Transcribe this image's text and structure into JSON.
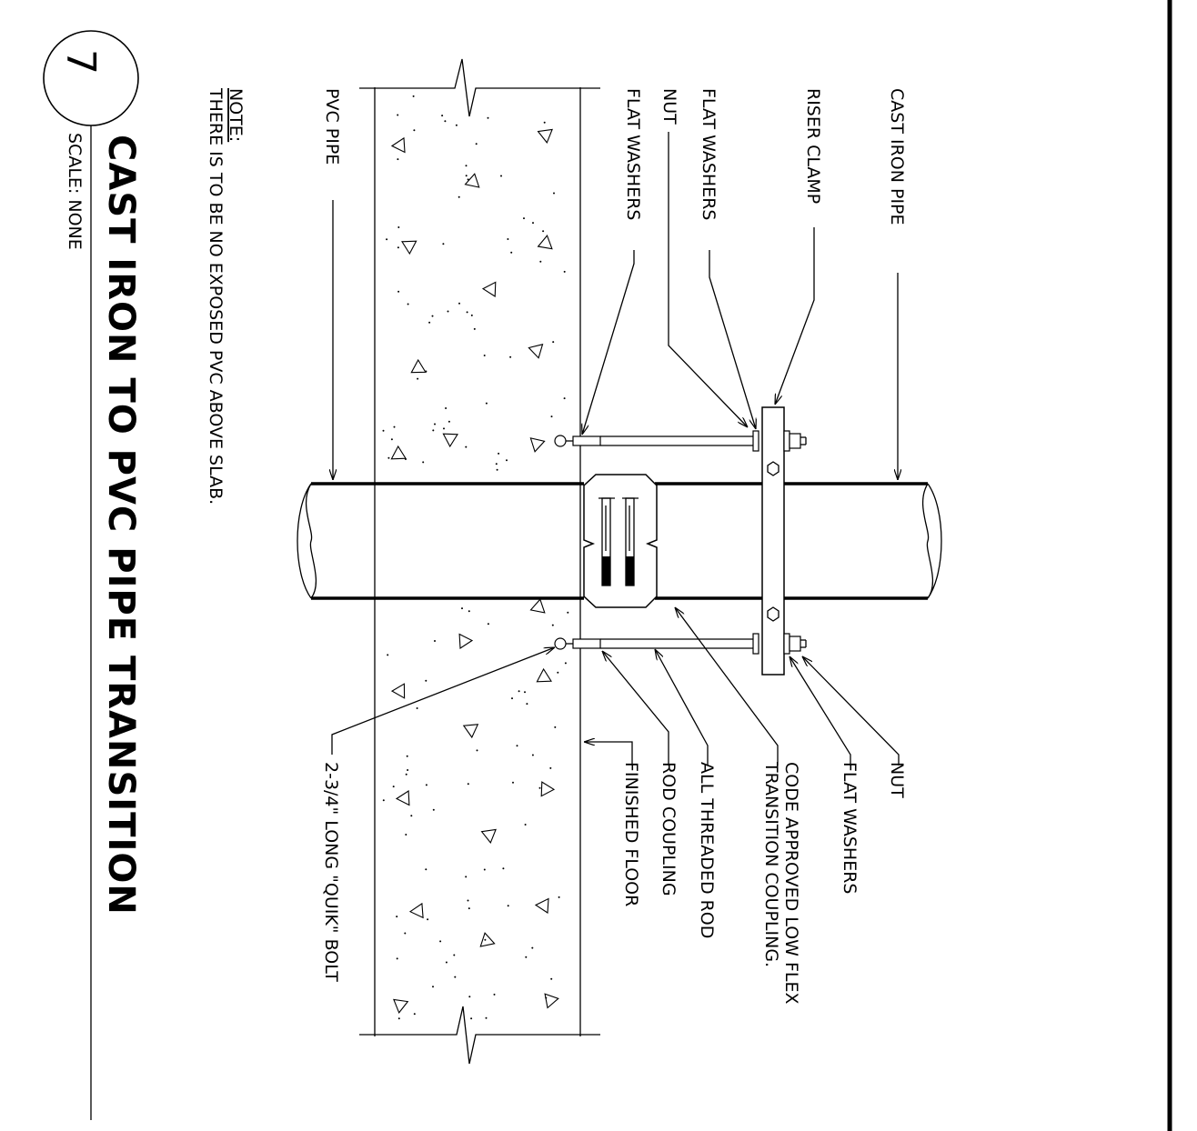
{
  "detail": {
    "number": "7",
    "title": "CAST IRON TO PVC PIPE TRANSITION",
    "scale": "SCALE: NONE"
  },
  "note": {
    "heading": "NOTE:",
    "text": "THERE IS TO BE NO EXPOSED PVC ABOVE SLAB."
  },
  "labels": {
    "cast_iron_pipe": "CAST IRON PIPE",
    "riser_clamp": "RISER CLAMP",
    "flat_washers_top": "FLAT WASHERS",
    "nut_top": "NUT",
    "flat_washers_top2": "FLAT WASHERS",
    "pvc_pipe": "PVC PIPE",
    "nut_bottom": "NUT",
    "flat_washers_bottom": "FLAT WASHERS",
    "coupling_line1": "CODE APPROVED LOW FLEX",
    "coupling_line2": "TRANSITION COUPLING.",
    "all_threaded_rod": "ALL THREADED ROD",
    "rod_coupling": "ROD COUPLING",
    "finished_floor": "FINISHED FLOOR",
    "quik_bolt": "2-3/4\" LONG \"QUIK\" BOLT"
  }
}
